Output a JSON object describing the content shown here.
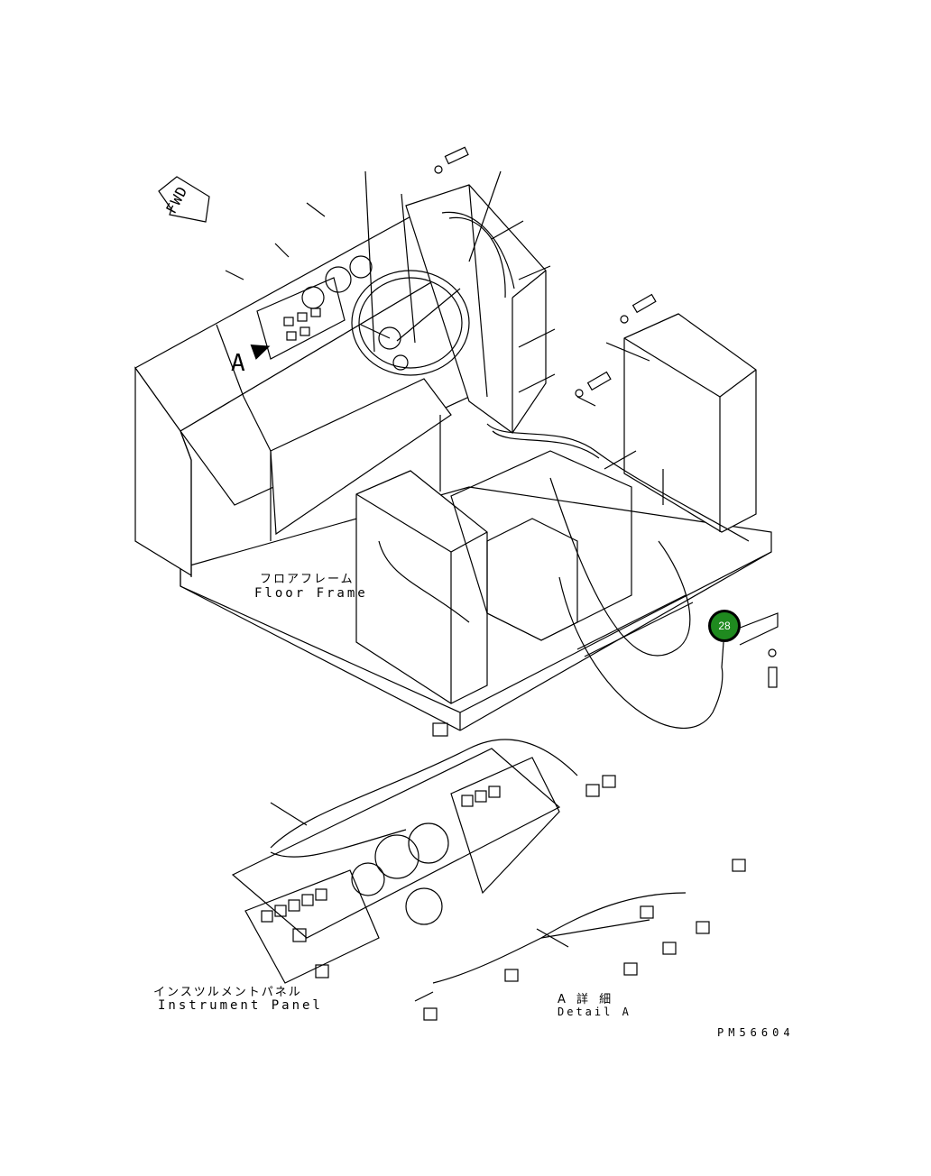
{
  "labels": {
    "floor_frame_jp": "フロアフレーム",
    "floor_frame_en": "Floor Frame",
    "instrument_panel_jp": "インスツルメントパネル",
    "instrument_panel_en": "Instrument Panel",
    "detail_jp": "A 詳 細",
    "detail_en": "Detail A",
    "view_marker": "A",
    "fwd": "FWD",
    "drawing_code": "PM56604"
  },
  "callouts": [
    {
      "number": "28",
      "color": "#1f8a1f"
    }
  ]
}
